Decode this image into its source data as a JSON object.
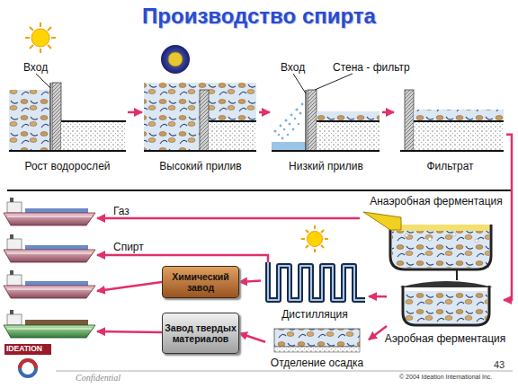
{
  "diagram": {
    "title": "Производство спирта",
    "nodes": [
      {
        "text": [
          "Рост водорослей"
        ]
      },
      {
        "text": [
          "Высокий прилив"
        ]
      },
      {
        "text": [
          "Низкий прилив"
        ]
      },
      {
        "text": [
          "Фильтрат"
        ]
      },
      {
        "text": [
          "Анаэробная ферментация"
        ]
      },
      {
        "text": [
          "Аэробная ферментация"
        ]
      },
      {
        "text": [
          "Дистилляция"
        ]
      },
      {
        "text": [
          "Отделение осадка"
        ]
      },
      {
        "text": [
          "Химический завод"
        ]
      },
      {
        "text": [
          "Завод твердых материалов"
        ]
      }
    ],
    "edges": [
      {
        "from": 0,
        "to": 1,
        "arrow": "to"
      },
      {
        "from": 1,
        "to": 2,
        "arrow": "to"
      },
      {
        "from": 2,
        "to": 3,
        "arrow": "to"
      },
      {
        "from": 3,
        "to": 5,
        "arrow": "to"
      },
      {
        "from": 5,
        "to": 4,
        "arrow": "none"
      },
      {
        "from": 5,
        "to": 6,
        "arrow": "to"
      },
      {
        "from": 6,
        "to": 8,
        "arrow": "to"
      },
      {
        "from": 5,
        "to": 7,
        "arrow": "to"
      },
      {
        "from": 7,
        "to": 9,
        "arrow": "to"
      }
    ],
    "labels": [
      "Вход",
      "Вход",
      "Стена - фильтр",
      "Газ",
      "Спирт",
      "IDEATION",
      "Confidential",
      "© 2004 Ideation International Inc.",
      "43"
    ]
  }
}
